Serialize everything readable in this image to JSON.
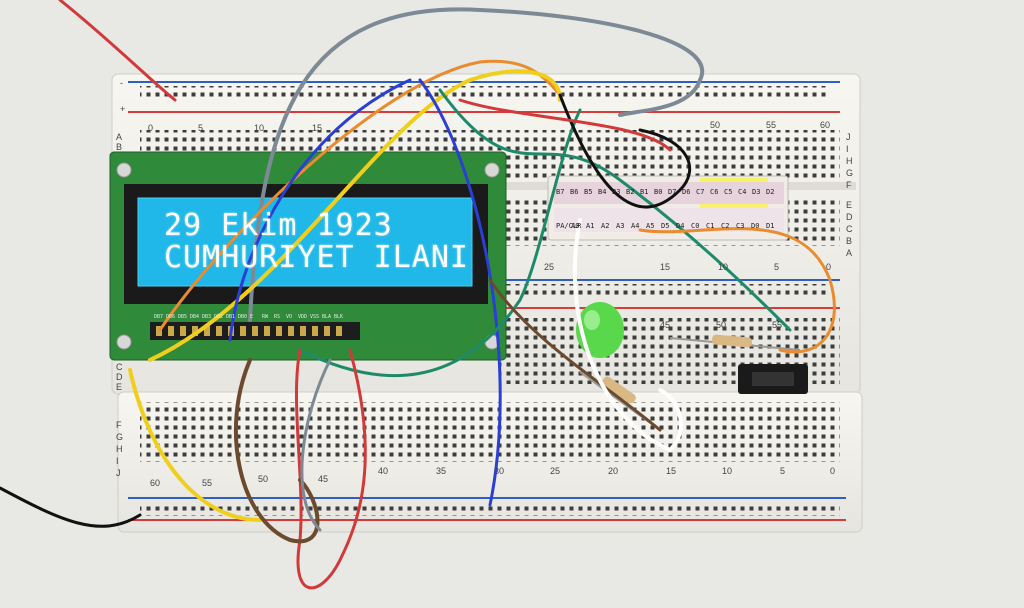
{
  "lcd": {
    "line1": "29 Ekim 1923",
    "line2": "CUMHURIYET ILANI",
    "backlight_color": "#1fb8e8",
    "text_color": "#ffffff",
    "pcb_color": "#2f8a3a"
  },
  "breadboard": {
    "column_numbers_top": [
      "0",
      "5",
      "10",
      "15",
      "50",
      "55",
      "60"
    ],
    "column_numbers_mid": [
      "25",
      "15",
      "10",
      "5",
      "0"
    ],
    "column_numbers_bottom": [
      "60",
      "55",
      "50",
      "45",
      "40",
      "35",
      "30",
      "25",
      "20",
      "15",
      "10",
      "5",
      "0"
    ],
    "column_numbers_mid2": [
      "45",
      "50",
      "55"
    ],
    "row_letters_left": [
      "A",
      "B",
      "C",
      "D",
      "E",
      "F",
      "G",
      "H",
      "I",
      "J"
    ],
    "row_letters_right": [
      "J",
      "I",
      "H",
      "G",
      "F",
      "E",
      "D",
      "C",
      "B",
      "A"
    ],
    "rail_plus": "+",
    "rail_minus": "-",
    "body_color": "#f4f3ee",
    "rail_red": "#d93a3a",
    "rail_blue": "#2f5ec9"
  },
  "lcd_pin_labels": [
    "DB7",
    "DB6",
    "DB5",
    "DB4",
    "DB3",
    "DB2",
    "DB1",
    "DB0",
    "E",
    "RW",
    "RS",
    "VO",
    "VDD",
    "VSS",
    "BLA",
    "BLK"
  ],
  "io_module": {
    "labels_top": [
      "B7",
      "B6",
      "B5",
      "B4",
      "B3",
      "B2",
      "B1",
      "B0",
      "D7",
      "D6",
      "C7",
      "C6",
      "C5",
      "C4",
      "D3",
      "D2"
    ],
    "labels_bottom": [
      "PA/CLR",
      "A0",
      "A1",
      "A2",
      "A3",
      "A4",
      "A5",
      "D5",
      "D4",
      "C0",
      "C1",
      "C2",
      "C3",
      "D0",
      "D1"
    ],
    "highlight_color": "#f7f26a"
  },
  "led_color": "#58d84a",
  "wire_colors": [
    "#d23a3a",
    "#7d8a96",
    "#e98b2e",
    "#f0cf1c",
    "#2b3fd4",
    "#1e8a6a",
    "#111111",
    "#6b4a2e",
    "#ffffff"
  ]
}
